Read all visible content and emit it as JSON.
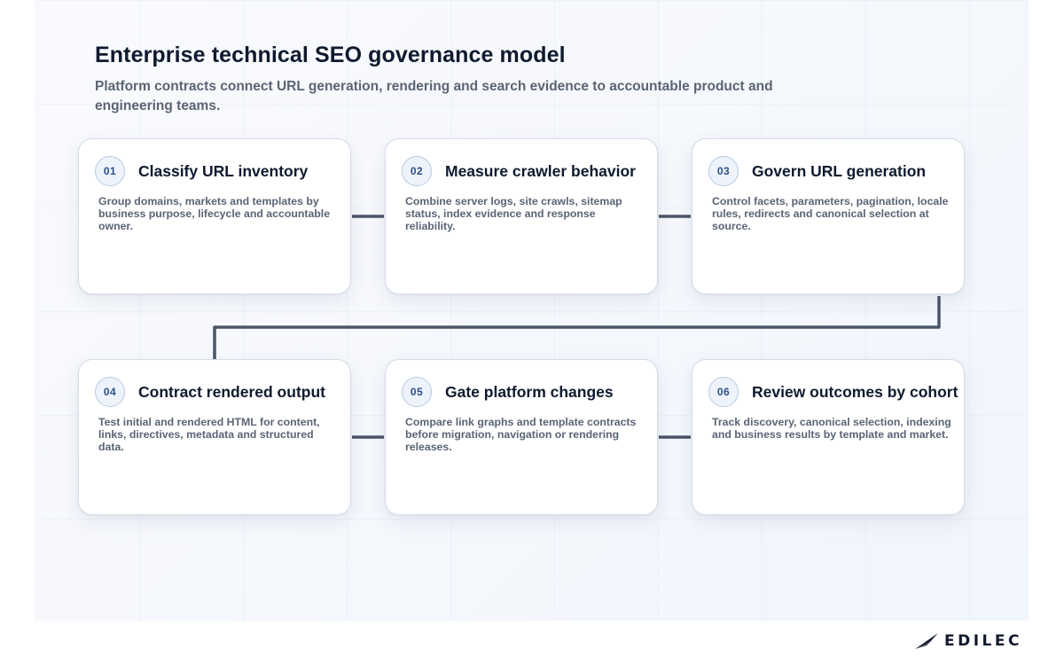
{
  "header": {
    "title": "Enterprise technical SEO governance model",
    "subtitle": "Platform contracts connect URL generation, rendering and search evidence to accountable product and engineering teams."
  },
  "steps": [
    {
      "number": "01",
      "title": "Classify URL inventory",
      "description": "Group domains, markets and templates by business purpose, lifecycle and accountable owner."
    },
    {
      "number": "02",
      "title": "Measure crawler behavior",
      "description": "Combine server logs, site crawls, sitemap status, index evidence and response reliability."
    },
    {
      "number": "03",
      "title": "Govern URL generation",
      "description": "Control facets, parameters, pagination, locale rules, redirects and canonical selection at source."
    },
    {
      "number": "04",
      "title": "Contract rendered output",
      "description": "Test initial and rendered HTML for content, links, directives, metadata and structured data."
    },
    {
      "number": "05",
      "title": "Gate platform changes",
      "description": "Compare link graphs and template contracts before migration, navigation or rendering releases."
    },
    {
      "number": "06",
      "title": "Review outcomes by cohort",
      "description": "Track discovery, canonical selection, indexing and business results by template and market."
    }
  ],
  "brand": {
    "logo_text": "EDILEC"
  },
  "colors": {
    "connector": "#4a5568",
    "badge_text": "#2b4f86",
    "title_text": "#0f1a2e",
    "body_text": "#5a6474"
  }
}
